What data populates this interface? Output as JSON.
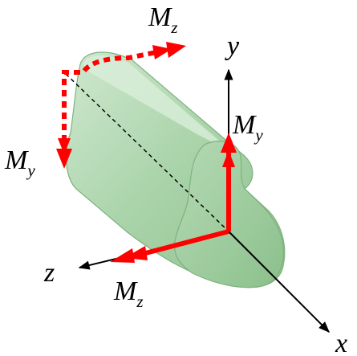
{
  "labels": {
    "mz_top": {
      "main": "M",
      "sub": "z"
    },
    "my_left": {
      "main": "M",
      "sub": "y"
    },
    "my_right": {
      "main": "M",
      "sub": "y"
    },
    "mz_bottom": {
      "main": "M",
      "sub": "z"
    },
    "axis_x": "x",
    "axis_y": "y",
    "axis_z": "z"
  },
  "colors": {
    "beam_fill": "#a9d3a9",
    "beam_edge": "#7fb27f",
    "moment_arrow": "#ff0000",
    "axis": "#000000"
  }
}
